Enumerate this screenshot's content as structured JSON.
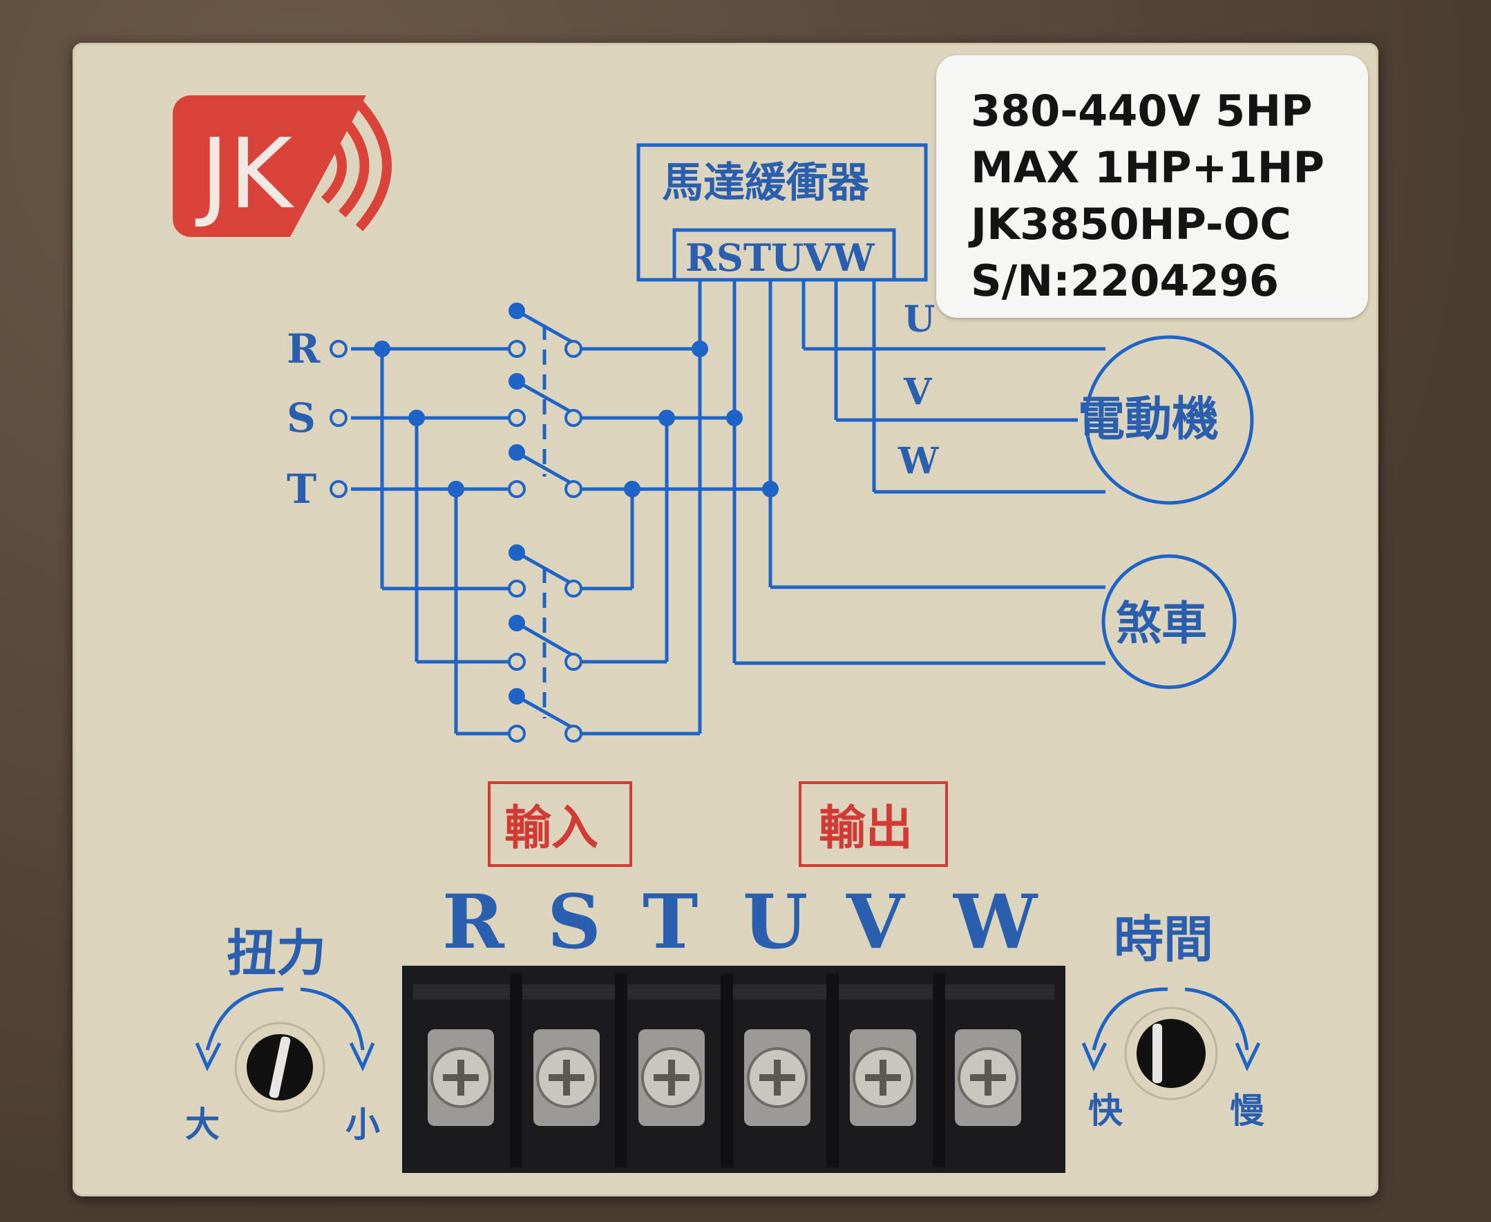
{
  "logo": {
    "text": "JK",
    "color": "#d9433a"
  },
  "spec_label": {
    "lines": [
      "380-440V 5HP",
      "MAX 1HP+1HP",
      "JK3850HP-OC",
      "S/N:2204296"
    ]
  },
  "diagram": {
    "module_title": "馬達緩衝器",
    "module_terminals": "RSTUVW",
    "input_phases": [
      "R",
      "S",
      "T"
    ],
    "output_phases": [
      "U",
      "V",
      "W"
    ],
    "motor_label": "電動機",
    "brake_label": "煞車"
  },
  "section_labels": {
    "input": "輸入",
    "output": "輸出"
  },
  "terminal_labels": [
    "R",
    "S",
    "T",
    "U",
    "V",
    "W"
  ],
  "torque_knob": {
    "title": "扭力",
    "left": "大",
    "right": "小"
  },
  "time_knob": {
    "title": "時間",
    "left": "快",
    "right": "慢"
  },
  "colors": {
    "line": "#1e63c8",
    "label_blue": "#2a5fb0",
    "label_red": "#d23a35",
    "panel": "#dcd4bc"
  }
}
